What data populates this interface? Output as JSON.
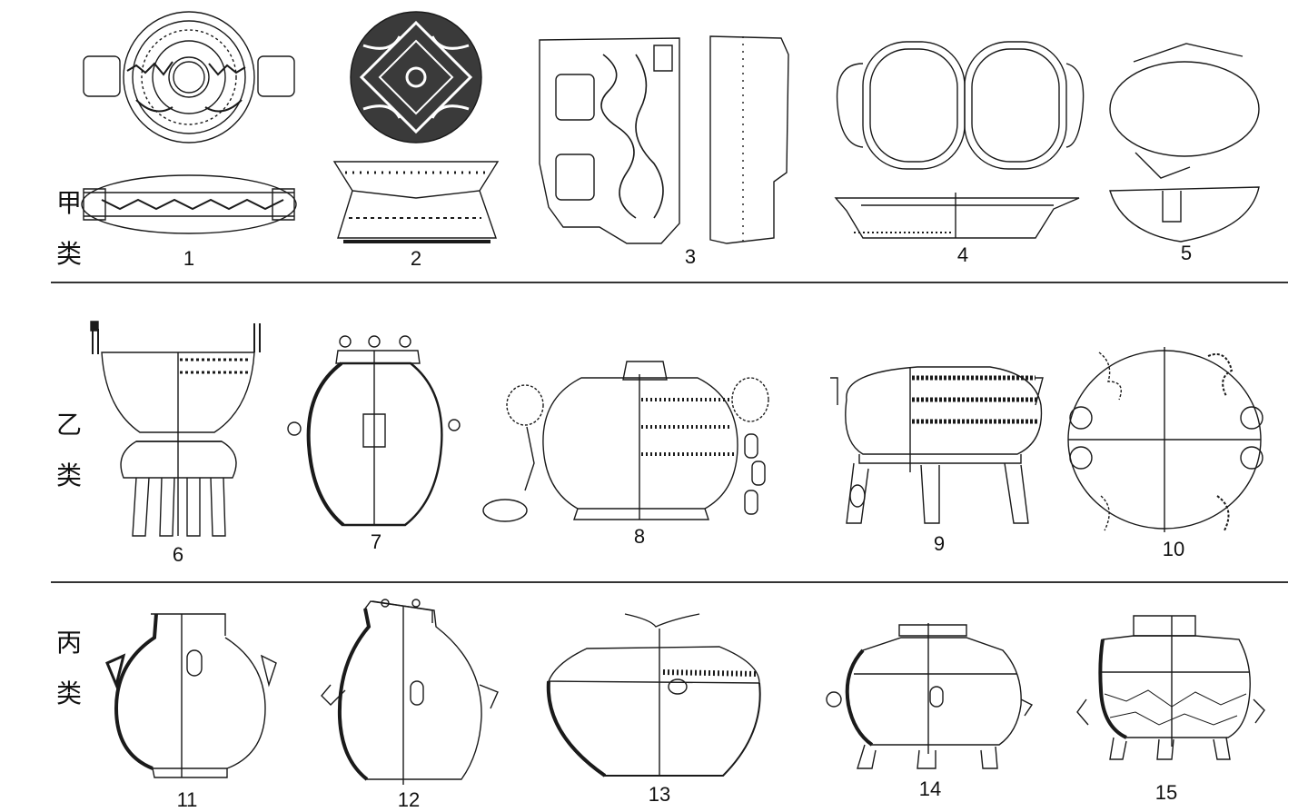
{
  "rows": [
    {
      "label_a": "甲",
      "label_b": "类"
    },
    {
      "label_a": "乙",
      "label_b": "类"
    },
    {
      "label_a": "丙",
      "label_b": "类"
    }
  ],
  "figures": [
    "1",
    "2",
    "3",
    "4",
    "5",
    "6",
    "7",
    "8",
    "9",
    "10",
    "11",
    "12",
    "13",
    "14",
    "15"
  ],
  "colors": {
    "ink": "#1a1a1a",
    "dark_fill": "#3a3a3a",
    "hatch": "#555555"
  }
}
